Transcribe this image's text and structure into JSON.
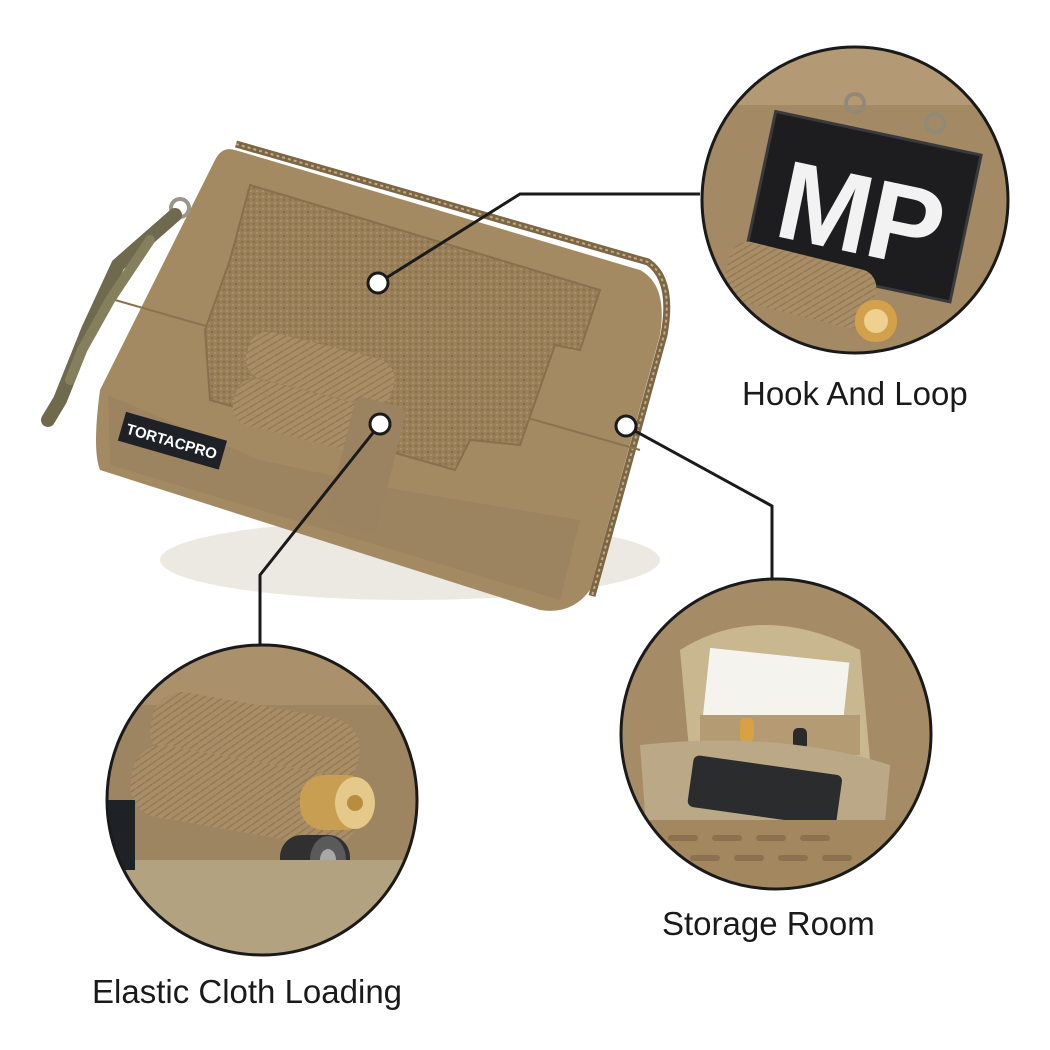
{
  "callouts": {
    "hook_and_loop": "Hook And Loop",
    "storage_room": "Storage Room",
    "elastic_cloth": "Elastic Cloth Loading"
  },
  "brand_tag": "TORTAC PRO",
  "patch_text": "MP",
  "colors": {
    "coyote": "#a48a63",
    "coyote_dark": "#8a7250",
    "coyote_light": "#b8a07a",
    "patch_black": "#1d1d1f",
    "line": "#1a1a1a"
  }
}
